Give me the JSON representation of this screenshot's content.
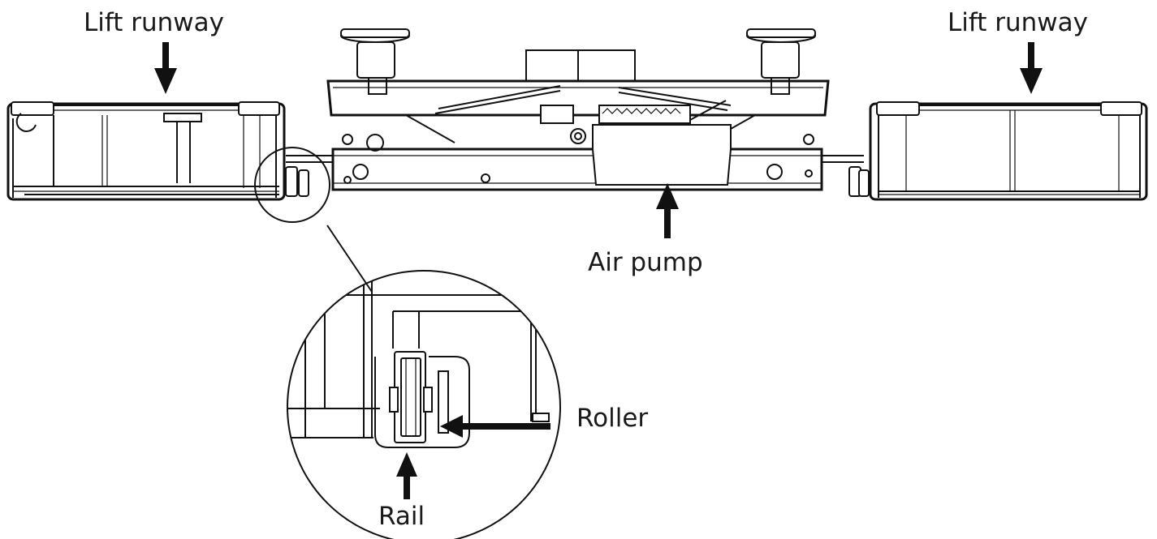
{
  "labels": {
    "lift_runway_left": "Lift runway",
    "lift_runway_right": "Lift runway",
    "air_pump": "Air pump",
    "roller": "Roller",
    "rail": "Rail"
  }
}
